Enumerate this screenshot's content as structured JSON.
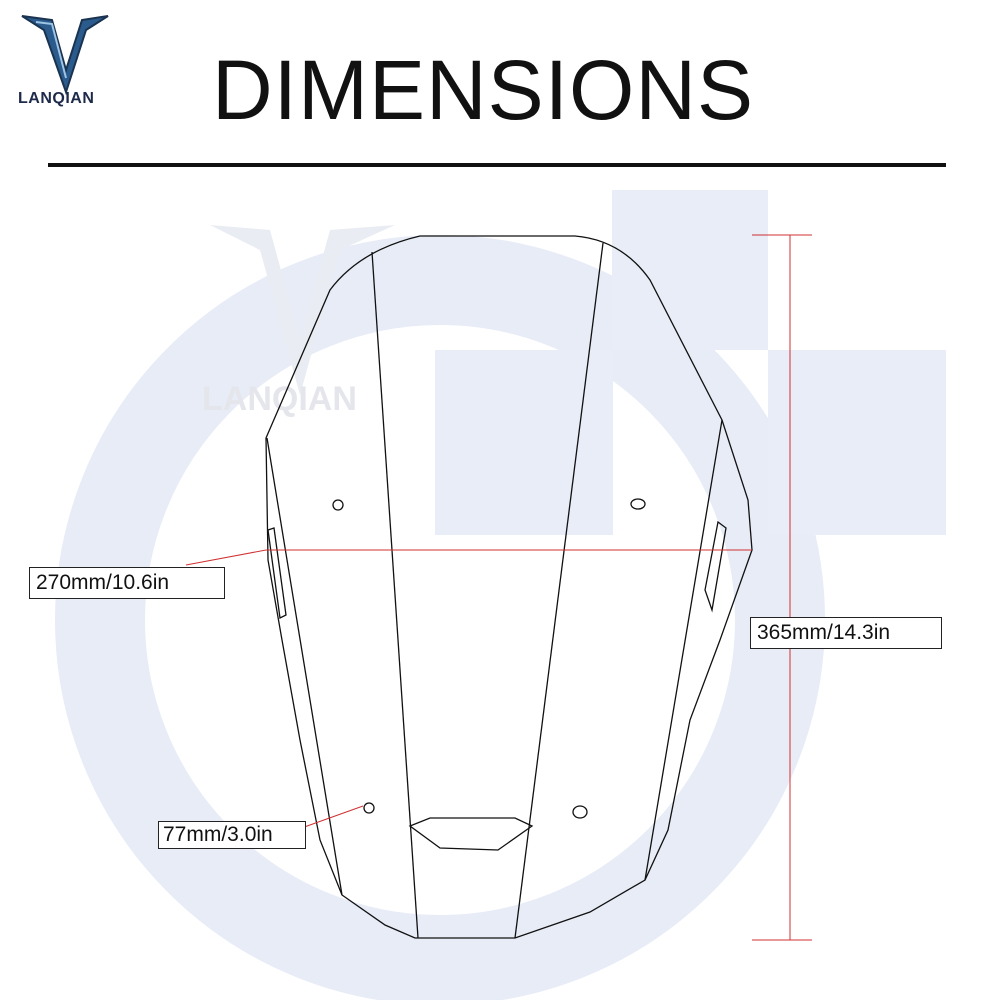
{
  "brand": {
    "logo_text": "LANQIAN"
  },
  "page": {
    "title": "DIMENSIONS"
  },
  "watermark": {
    "text": "LANQIAN"
  },
  "dimensions": {
    "width": "270mm/10.6in",
    "height": "365mm/14.3in",
    "hole_spacing": "77mm/3.0in"
  },
  "colors": {
    "dimension_line": "#d13030",
    "outline": "#111111",
    "watermark": "#e4e9f5",
    "logo": "#2a5b8c"
  }
}
